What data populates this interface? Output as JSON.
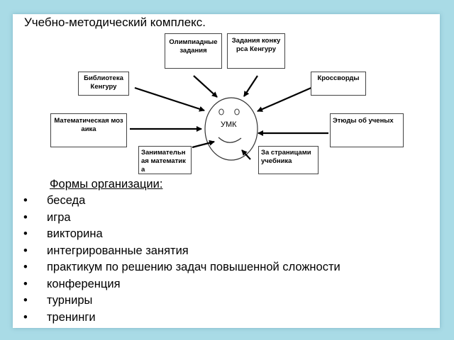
{
  "slide": {
    "title": "Учебно-методический комплекс."
  },
  "diagram": {
    "center_label": "УМК",
    "boxes": {
      "olympiad": "Олимпиадные задания",
      "kangaroo_contest": "Задания конкурса Кенгуру",
      "library": "Библиотека Кенгуру",
      "crosswords": "Кроссворды",
      "mosaic": "Математическая мозаика",
      "etudes": "Этюды об ученых",
      "entertaining": "Занимательная математика",
      "beyond_textbook": "За страницами учебника"
    }
  },
  "forms": {
    "heading": "Формы организации:",
    "bullet_glyph": "•",
    "items": [
      "беседа",
      "игра",
      "викторина",
      "интегрированные занятия",
      "практикум по решению задач повышенной сложности",
      "конференция",
      "турниры",
      "тренинги"
    ]
  }
}
